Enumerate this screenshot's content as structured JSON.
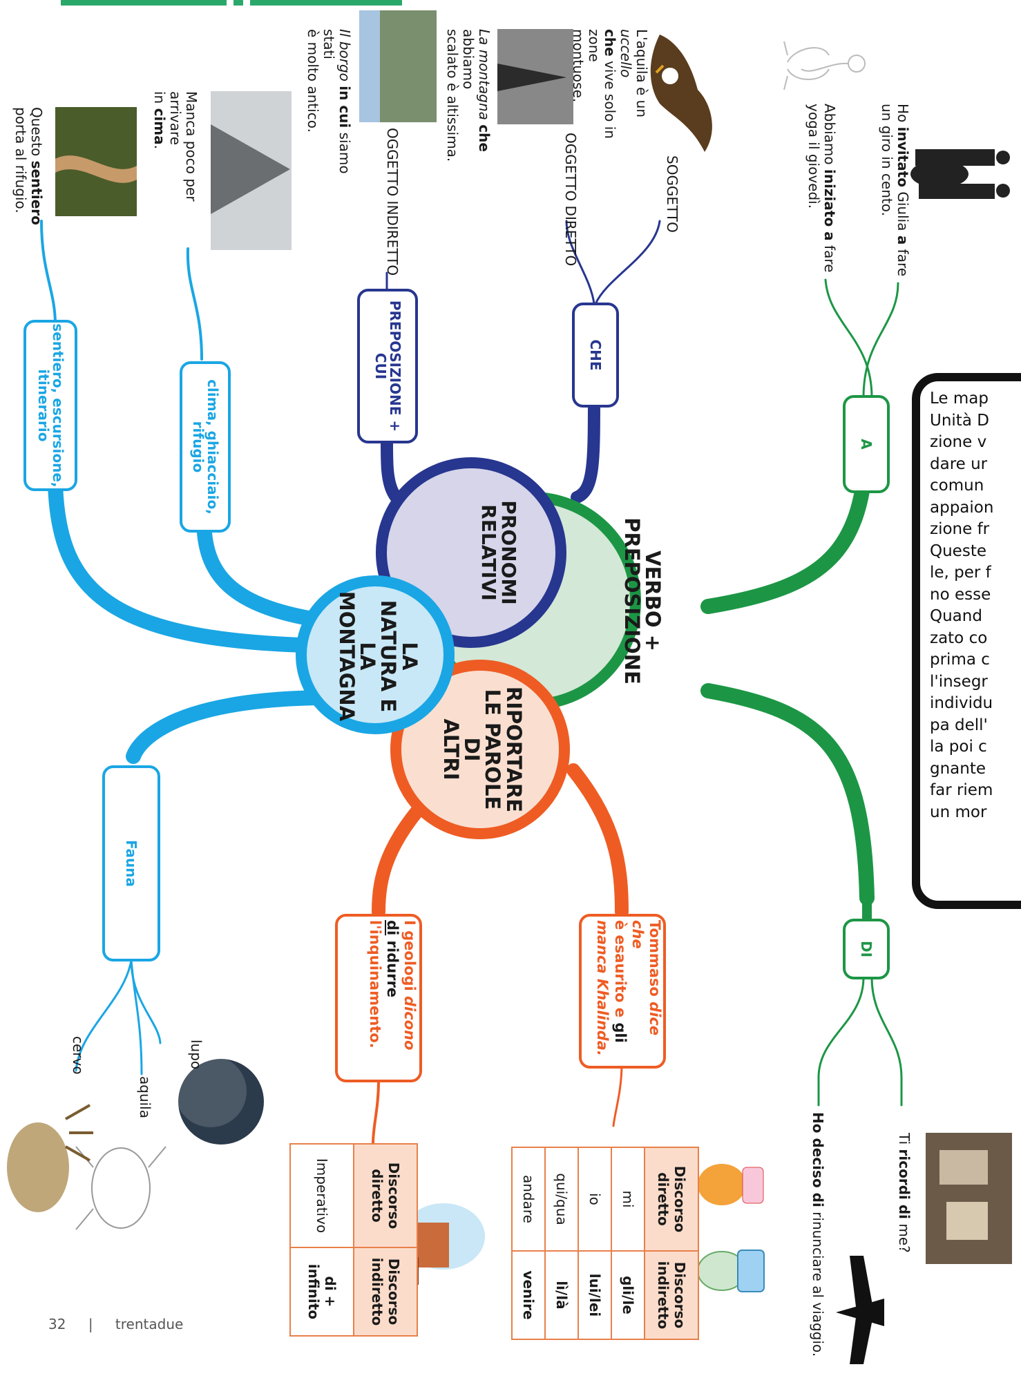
{
  "center": {
    "natura": [
      "LA",
      "NATURA E LA",
      "MONTAGNA"
    ],
    "pronomi": [
      "PRONOMI",
      "RELATIVI"
    ],
    "verbo": [
      "VERBO +",
      "PREPOSIZIONE"
    ],
    "riportare": [
      "RIPORTARE",
      "LE PAROLE DI",
      "ALTRI"
    ]
  },
  "colors": {
    "blue": "#1aa6e4",
    "navy": "#27368f",
    "green": "#1c9645",
    "orange": "#ee5c24",
    "lavender": "#d6d5ea",
    "mint": "#d3e8d6",
    "peach": "#fadfd0",
    "lightblue": "#c8e8f7"
  },
  "verbo_branch": {
    "a_label": "A",
    "a_ex1_pre": "Ho ",
    "a_ex1_b": "invitato",
    "a_ex1_mid": " Giulia ",
    "a_ex1_b2": "a",
    "a_ex1_post": " fare",
    "a_ex1_line2": "un giro in cento.",
    "a_ex2_pre": "Abbiamo ",
    "a_ex2_b": "iniziato a",
    "a_ex2_post": " fare",
    "a_ex2_line2": "yoga il giovedì.",
    "di_label": "DI",
    "di_ex1_pre": "Ti ",
    "di_ex1_b": "ricordi di",
    "di_ex1_post": " me?",
    "di_ex2_b": "Ho deciso di",
    "di_ex2_post": " rinunciare al viaggio."
  },
  "pronomi_branch": {
    "che_label": "CHE",
    "soggetto": "SOGGETTO",
    "soggetto_ex": [
      "L'aquila è un ",
      "uccello",
      "che",
      " vive solo in zone",
      "montuose."
    ],
    "oggetto_diretto": "OGGETTO DIRETTO",
    "od_ex": [
      "La montagna",
      " ",
      "che",
      " abbiamo",
      "scalato è altissima."
    ],
    "prep_label": [
      "PREPOSIZIONE +",
      "CUI"
    ],
    "oggetto_indiretto": "OGGETTO INDIRETTO",
    "oi_ex": [
      "Il borgo",
      " ",
      "in cui",
      " siamo stati",
      "è molto antico."
    ]
  },
  "natura_branch": {
    "clima_label": [
      "clima, ghiacciaio,",
      "rifugio"
    ],
    "clima_ex": [
      "Manca poco per arrivare",
      "in ",
      "cima",
      "."
    ],
    "sentiero_label": [
      "sentiero, escursione,",
      "itinerario"
    ],
    "sentiero_ex": [
      "Questo ",
      "sentiero",
      "porta al rifugio."
    ],
    "fauna_label": "Fauna",
    "lupo": "lupo",
    "aquila": "aquila",
    "cervo": "cervo"
  },
  "riportare_branch": {
    "ex1": [
      "Tommaso ",
      "dice che",
      "è esaurito e ",
      "gli",
      "manca Khalinda."
    ],
    "ex2": [
      "I geologi ",
      "dicono",
      "di",
      " ridurre",
      "l'inquinamento."
    ],
    "table1": {
      "h1": "Discorso diretto",
      "h2": "Discorso indiretto",
      "rows": [
        [
          "mi",
          "gli/le"
        ],
        [
          "io",
          "lui/lei"
        ],
        [
          "qui/qua",
          "lì/là"
        ],
        [
          "andare",
          "venire"
        ]
      ]
    },
    "table2": {
      "h1": "Discorso diretto",
      "h2": "Discorso indiretto",
      "rows": [
        [
          "Imperativo",
          "di + infinito"
        ]
      ]
    }
  },
  "note": {
    "lines": [
      "Le map",
      "Unità D",
      "zione v",
      "dare ur",
      "comun",
      "appaion",
      "zione fr",
      "Queste",
      "le, per f",
      "no esse",
      "Quand",
      "zato co",
      "prima c",
      "l'insegr",
      "individu",
      "pa dell'",
      "la poi c",
      "gnante",
      "far riem",
      "un mor"
    ]
  },
  "footer": {
    "page": "32",
    "sep": "|",
    "word": "trentadue"
  }
}
